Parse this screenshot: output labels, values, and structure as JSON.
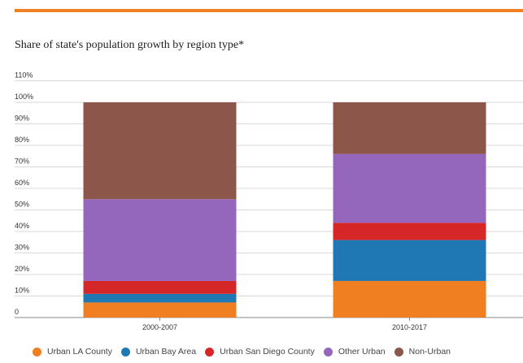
{
  "chart_data": {
    "type": "bar",
    "stacked": true,
    "title": "Share of state's population growth by region type*",
    "categories": [
      "2000-2007",
      "2010-2017"
    ],
    "y_ticks": [
      "0",
      "10%",
      "20%",
      "30%",
      "40%",
      "50%",
      "60%",
      "70%",
      "80%",
      "90%",
      "100%",
      "110%"
    ],
    "ylim": [
      0,
      110
    ],
    "grid": true,
    "legend_position": "bottom",
    "series": [
      {
        "name": "Urban LA County",
        "color": "#f07f22",
        "values": [
          7,
          17
        ]
      },
      {
        "name": "Urban Bay Area",
        "color": "#1f78b4",
        "values": [
          4,
          19
        ]
      },
      {
        "name": "Urban San Diego County",
        "color": "#d62728",
        "values": [
          6,
          8
        ]
      },
      {
        "name": "Other Urban",
        "color": "#9467bd",
        "values": [
          38,
          32
        ]
      },
      {
        "name": "Non-Urban",
        "color": "#8c564b",
        "values": [
          45,
          24
        ]
      }
    ]
  }
}
